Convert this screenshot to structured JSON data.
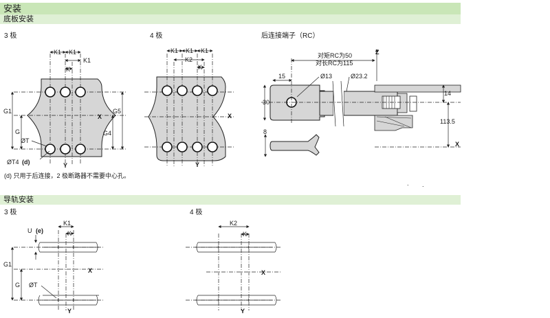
{
  "header": {
    "install": "安装",
    "base_mount": "底板安装",
    "rail_mount": "导轨安装"
  },
  "labels": {
    "pole3": "3 极",
    "pole4": "4 极",
    "rear_terminal": "后连接端子（RC）",
    "pole3_rail": "3 极",
    "pole4_rail": "4 极",
    "note_d": "(d) 只用于后连接，2 极断路器不需要中心孔。"
  },
  "dims": {
    "k1": "K1",
    "k2": "K2",
    "k": "K",
    "g": "G",
    "g1": "G1",
    "g4": "G4",
    "g5": "G5",
    "x": "X",
    "y": "Y",
    "z": "Z",
    "phi_t": "ØT",
    "phi_t4": "ØT4",
    "d_tag": "(d)",
    "u": "U",
    "e_tag": "(e)",
    "d13": "Ø13",
    "d23": "Ø23.2",
    "v15": "15",
    "v30": "30",
    "v8": "8",
    "v14": "14",
    "v113": "113.5",
    "rc50": "对矩RC为50",
    "rc115": "对长RC为115"
  }
}
